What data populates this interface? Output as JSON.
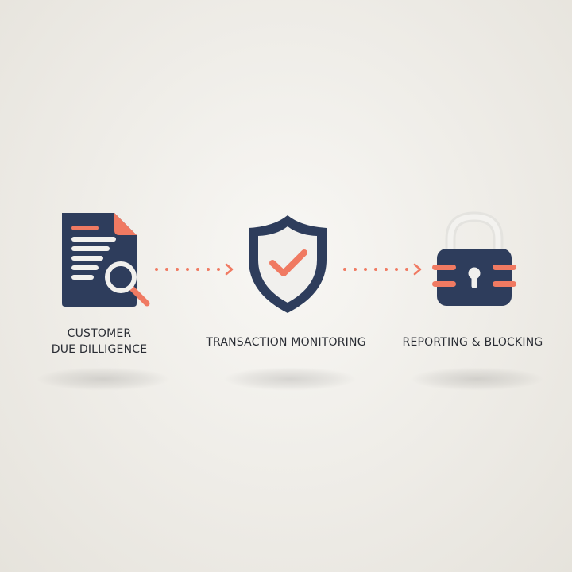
{
  "steps": [
    {
      "label_line1": "CUSTOMER",
      "label_line2": "DUE DILLIGENCE",
      "icon": "document-magnifier-icon"
    },
    {
      "label": "TRANSACTION MONITORING",
      "icon": "shield-check-icon"
    },
    {
      "label": "REPORTING & BLOCKING",
      "icon": "padlock-icon"
    }
  ],
  "colors": {
    "navy": "#2e3d5c",
    "accent": "#f07a62",
    "light": "#f1f0ed",
    "text": "#2a2d34"
  }
}
